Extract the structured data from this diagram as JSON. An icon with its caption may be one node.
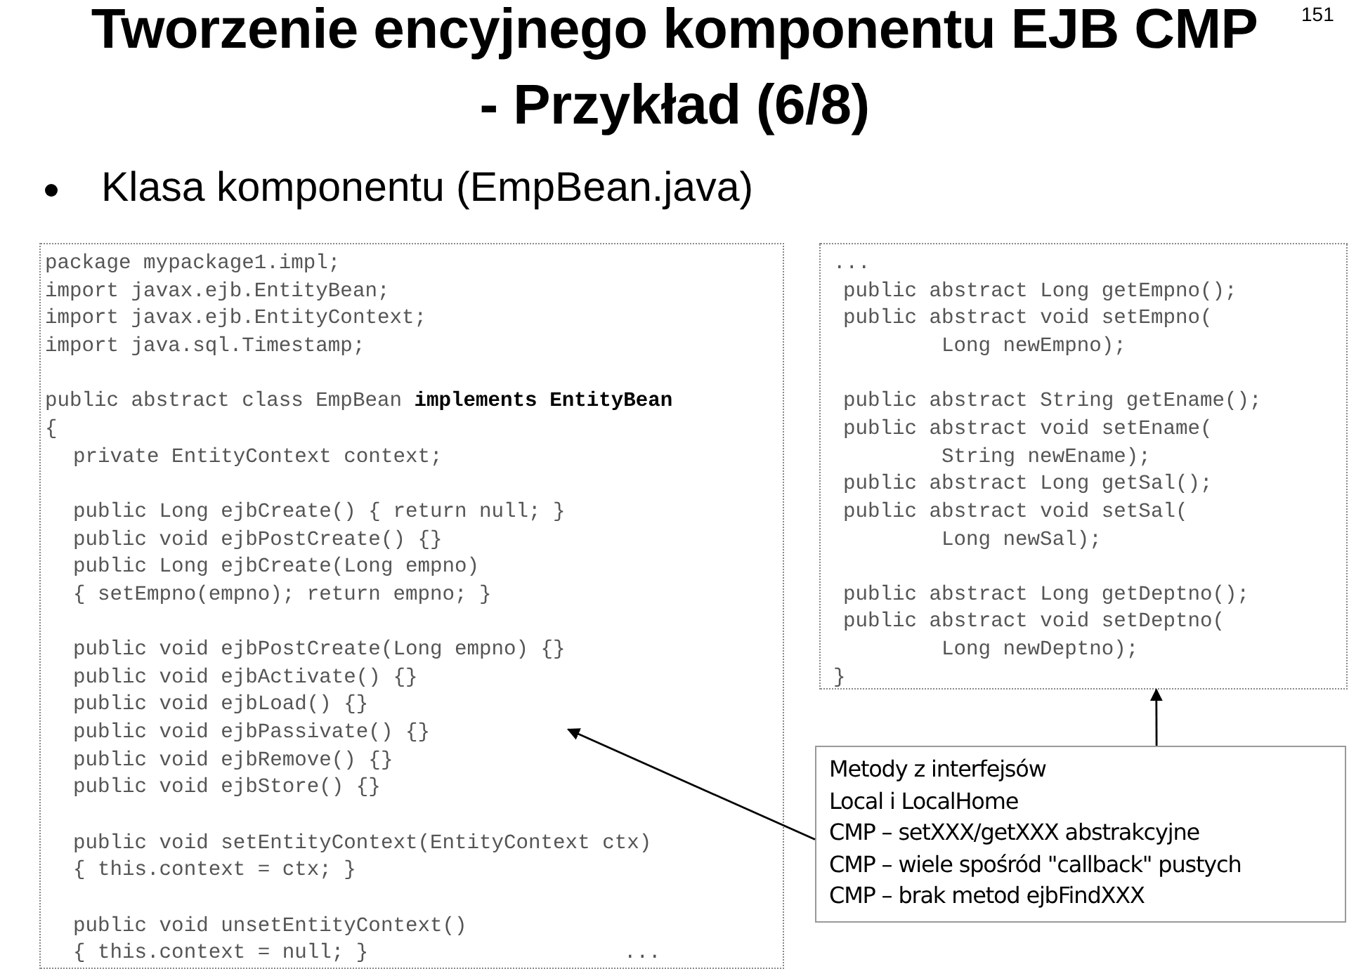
{
  "diagram": {
    "title": "Tworzenie encyjnego komponentu EJB CMP - Przykład (6/8)",
    "nodes": [
      {
        "text": [
          "package mypackage1.impl;",
          "import javax.ejb.EntityBean;",
          "import javax.ejb.EntityContext;",
          "import java.sql.Timestamp;",
          "public abstract class EmpBean **implements EntityBean**",
          "{",
          "private EntityContext context;",
          "public Long ejbCreate() { return null; }",
          "public void ejbPostCreate() {}",
          "public Long ejbCreate(Long empno)",
          "{ setEmpno(empno); return empno; }",
          "public void ejbPostCreate(Long empno) {}",
          "public void ejbActivate() {}",
          "public void ejbLoad() {}",
          "public void ejbPassivate() {}",
          "public void ejbRemove() {}",
          "public void ejbStore() {}",
          "public void setEntityContext(EntityContext ctx)",
          "{ this.context = ctx; }",
          "public void unsetEntityContext()",
          "{ this.context = null; }",
          "..."
        ]
      },
      {
        "text": [
          "...",
          "public abstract Long getEmpno();",
          "public abstract void setEmpno(",
          "Long newEmpno);",
          "public abstract String getEname();",
          "public abstract void setEname(",
          "String newEname);",
          "public abstract Long getSal();",
          "public abstract void setSal(",
          "Long newSal);",
          "public abstract Long getDeptno();",
          "public abstract void setDeptno(",
          "Long newDeptno);",
          "}"
        ]
      },
      {
        "text": [
          "Metody z interfejsów",
          "Local i LocalHome",
          "CMP – setXXX/getXXX abstrakcyjne",
          "CMP – wiele spośród \"callback\" pustych",
          "CMP – brak metod ejbFindXXX"
        ]
      }
    ],
    "edges": [
      {
        "from": 2,
        "to": 0,
        "arrow": "to"
      },
      {
        "from": 2,
        "to": 1,
        "arrow": "to"
      }
    ],
    "labels": [
      "151",
      "Klasa komponentu (EmpBean.java)"
    ]
  }
}
